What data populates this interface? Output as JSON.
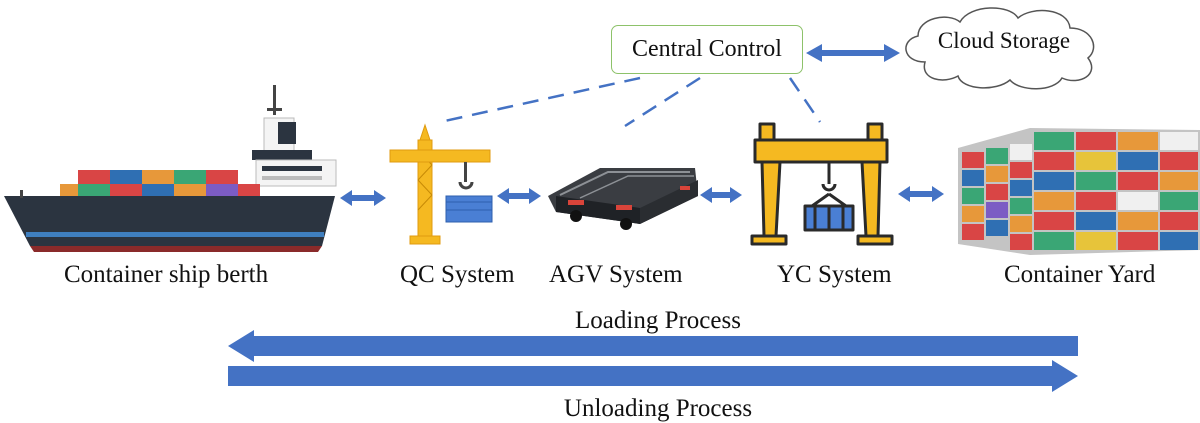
{
  "diagram": {
    "central_control": "Central Control",
    "cloud_storage": "Cloud Storage",
    "components": {
      "ship": "Container ship berth",
      "qc": "QC System",
      "agv": "AGV System",
      "yc": "YC System",
      "yard": "Container Yard"
    },
    "processes": {
      "loading": "Loading Process",
      "unloading": "Unloading Process"
    }
  },
  "colors": {
    "arrow_blue": "#4472c4",
    "dash_blue": "#4472c4",
    "box_border_green": "#8dc26a",
    "crane_yellow": "#f5b921",
    "container_blue": "#4a7fd4"
  }
}
